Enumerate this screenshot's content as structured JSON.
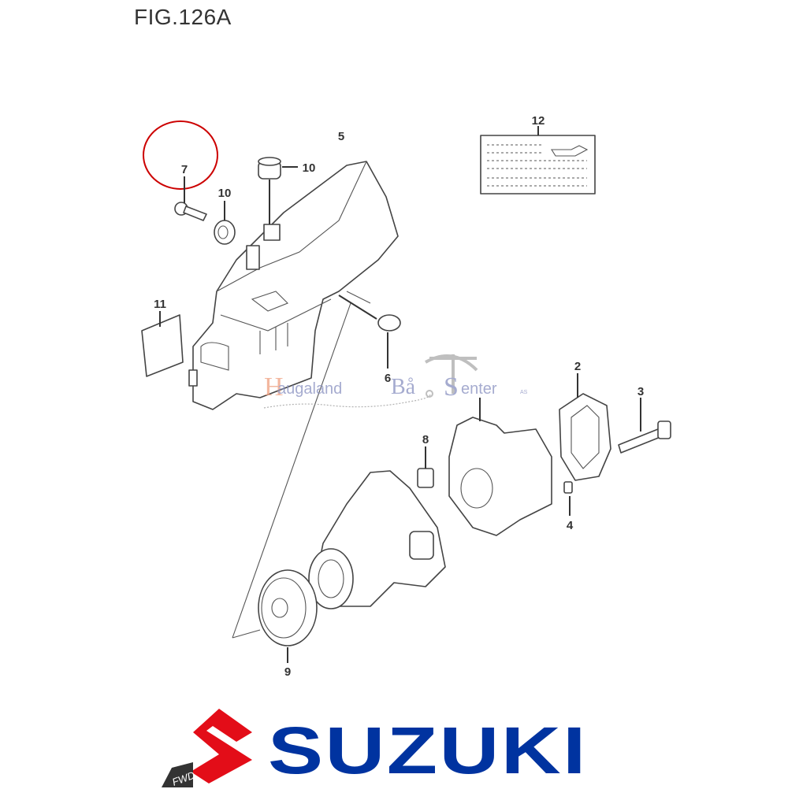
{
  "figure": {
    "title": "FIG.126A"
  },
  "callouts": [
    "7",
    "10",
    "10",
    "5",
    "12",
    "11",
    "6",
    "2",
    "3",
    "8",
    "4",
    "9"
  ],
  "watermark": {
    "part1": "H",
    "part2": "augaland",
    "part3": "Bå",
    "part4": "S",
    "part5": "enter",
    "suffix": "AS"
  },
  "brand": {
    "name": "SUZUKI",
    "fwd_label": "FWD",
    "color_red": "#e30d18",
    "color_blue": "#0033a0"
  },
  "highlight_color": "#cc0000"
}
